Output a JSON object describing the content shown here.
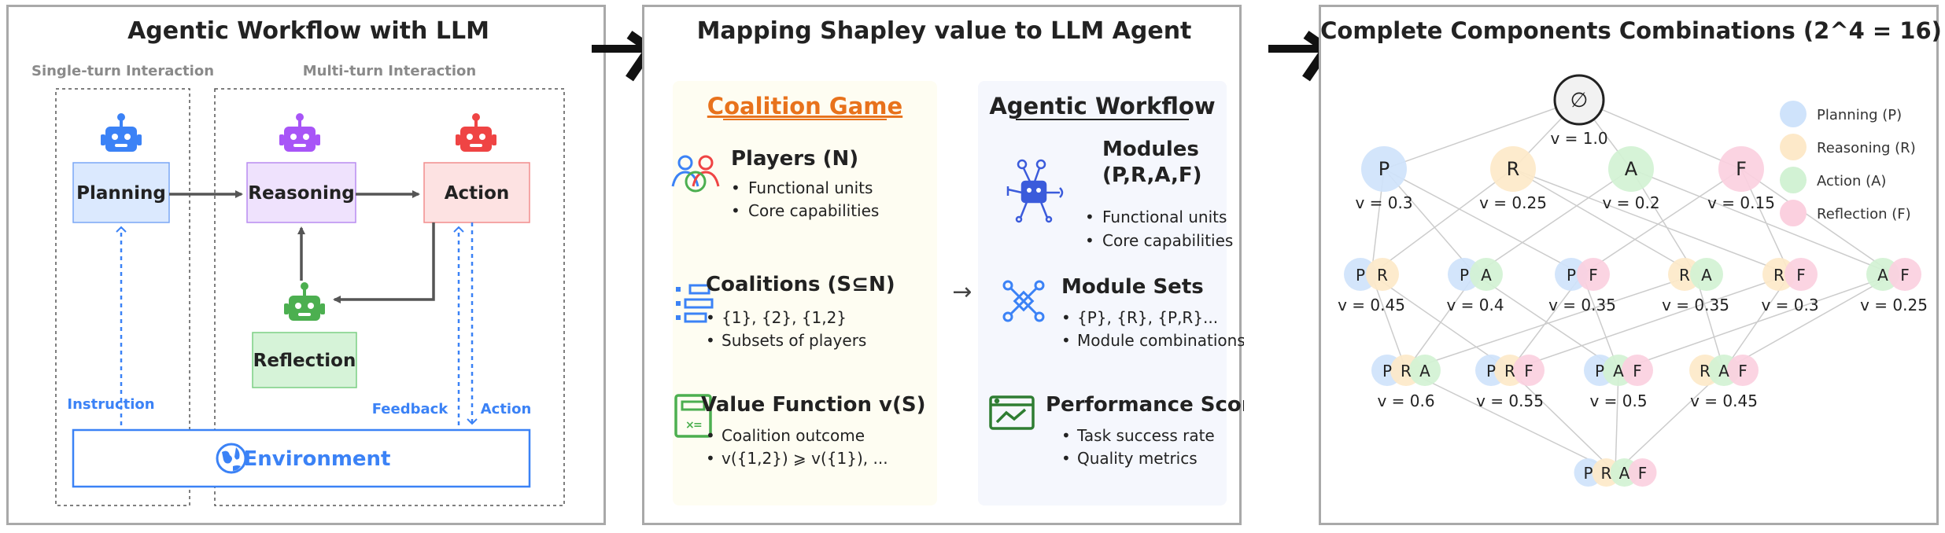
{
  "panel1": {
    "title": "Agentic Workflow with LLM",
    "single_label": "Single-turn Interaction",
    "multi_label": "Multi-turn Interaction",
    "planning": "Planning",
    "reasoning": "Reasoning",
    "action": "Action",
    "reflection": "Reflection",
    "environment": "Environment",
    "instruction": "Instruction",
    "feedback": "Feedback",
    "action_label": "Action",
    "colors": {
      "planning": "#3b82f6",
      "reasoning": "#a855f7",
      "action": "#ef4444",
      "reflection": "#4caf50",
      "arrow": "#555555",
      "dashed": "#3b82f6"
    }
  },
  "panel2": {
    "title": "Mapping Shapley value to LLM Agent",
    "coalition_title": "Coalition Game",
    "workflow_title": "Agentic Workflow",
    "left_items": [
      {
        "icon": "players-icon",
        "title": "Players (N)",
        "bullets": [
          "Functional units",
          "Core capabilities"
        ]
      },
      {
        "icon": "list-icon",
        "title": "Coalitions (S⊆N)",
        "bullets": [
          "{1}, {2}, {1,2}",
          "Subsets of players"
        ]
      },
      {
        "icon": "calculator-icon",
        "title": "Value Function v(S)",
        "bullets": [
          "Coalition outcome",
          "v({1,2}) ⩾ v({1}), ..."
        ]
      }
    ],
    "right_items": [
      {
        "icon": "robot-icon",
        "title_line1": "Modules",
        "title_line2": "(P,R,A,F)",
        "bullets": [
          "Functional units",
          "Core capabilities"
        ]
      },
      {
        "icon": "network-icon",
        "title": "Module Sets",
        "bullets": [
          "{P}, {R}, {P,R}...",
          "Module combinations"
        ]
      },
      {
        "icon": "chart-window-icon",
        "title": "Performance Score",
        "bullets": [
          "Task success rate",
          "Quality metrics"
        ]
      }
    ],
    "arrow": "→",
    "colors": {
      "coalition_title": "#e8721c",
      "left_bg": "#fefdf2",
      "right_bg": "#f5f7fd"
    }
  },
  "panel3": {
    "title": "Complete Components Combinations (2^4 = 16)",
    "empty": {
      "label": "∅",
      "value": "v = 1.0"
    },
    "singles": [
      {
        "letters": [
          "P"
        ],
        "value": "v = 0.3"
      },
      {
        "letters": [
          "R"
        ],
        "value": "v = 0.25"
      },
      {
        "letters": [
          "A"
        ],
        "value": "v = 0.2"
      },
      {
        "letters": [
          "F"
        ],
        "value": "v = 0.15"
      }
    ],
    "pairs": [
      {
        "letters": [
          "P",
          "R"
        ],
        "value": "v = 0.45"
      },
      {
        "letters": [
          "P",
          "A"
        ],
        "value": "v = 0.4"
      },
      {
        "letters": [
          "P",
          "F"
        ],
        "value": "v = 0.35"
      },
      {
        "letters": [
          "R",
          "A"
        ],
        "value": "v = 0.35"
      },
      {
        "letters": [
          "R",
          "F"
        ],
        "value": "v = 0.3"
      },
      {
        "letters": [
          "A",
          "F"
        ],
        "value": "v = 0.25"
      }
    ],
    "triples": [
      {
        "letters": [
          "P",
          "R",
          "A"
        ],
        "value": "v = 0.6"
      },
      {
        "letters": [
          "P",
          "R",
          "F"
        ],
        "value": "v = 0.55"
      },
      {
        "letters": [
          "P",
          "A",
          "F"
        ],
        "value": "v = 0.5"
      },
      {
        "letters": [
          "R",
          "A",
          "F"
        ],
        "value": "v = 0.45"
      }
    ],
    "full": {
      "letters": [
        "P",
        "R",
        "A",
        "F"
      ]
    },
    "legend": [
      {
        "key": "P",
        "label": "Planning (P)"
      },
      {
        "key": "R",
        "label": "Reasoning (R)"
      },
      {
        "key": "A",
        "label": "Action (A)"
      },
      {
        "key": "F",
        "label": "Reflection (F)"
      }
    ],
    "colors": {
      "P": "#cfe3fb",
      "R": "#fde9c9",
      "A": "#d2f2d4",
      "F": "#fbd0df",
      "edge": "#cccccc"
    }
  }
}
